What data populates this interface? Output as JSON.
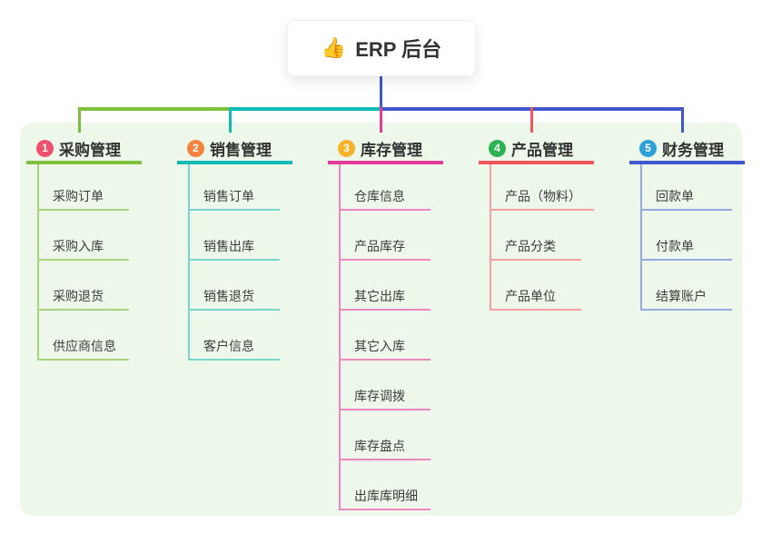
{
  "root": {
    "icon": "👍",
    "title": "ERP 后台"
  },
  "colors": {
    "panel_bg": "#eef8ea",
    "root_connector": "#3f58cf"
  },
  "branches": [
    {
      "index": "1",
      "title": "采购管理",
      "colors": {
        "badge": "#f0506b",
        "line": "#7ebf3e",
        "sub": "#a9d37d"
      },
      "children": [
        "采购订单",
        "采购入库",
        "采购退货",
        "供应商信息"
      ]
    },
    {
      "index": "2",
      "title": "销售管理",
      "colors": {
        "badge": "#f6823f",
        "line": "#0fbcb5",
        "sub": "#79d6cf"
      },
      "children": [
        "销售订单",
        "销售出库",
        "销售退货",
        "客户信息"
      ]
    },
    {
      "index": "3",
      "title": "库存管理",
      "colors": {
        "badge": "#f7b32b",
        "line": "#e13b9b",
        "sub": "#ee86c2"
      },
      "children": [
        "仓库信息",
        "产品库存",
        "其它出库",
        "其它入库",
        "库存调拨",
        "库存盘点",
        "出库库明细"
      ]
    },
    {
      "index": "4",
      "title": "产品管理",
      "colors": {
        "badge": "#2eb354",
        "line": "#f4555c",
        "sub": "#f79ca0"
      },
      "children": [
        "产品（物料）",
        "产品分类",
        "产品单位"
      ]
    },
    {
      "index": "5",
      "title": "财务管理",
      "colors": {
        "badge": "#2da0da",
        "line": "#3f58cf",
        "sub": "#95a9e4"
      },
      "children": [
        "回款单",
        "付款单",
        "结算账户"
      ]
    }
  ]
}
